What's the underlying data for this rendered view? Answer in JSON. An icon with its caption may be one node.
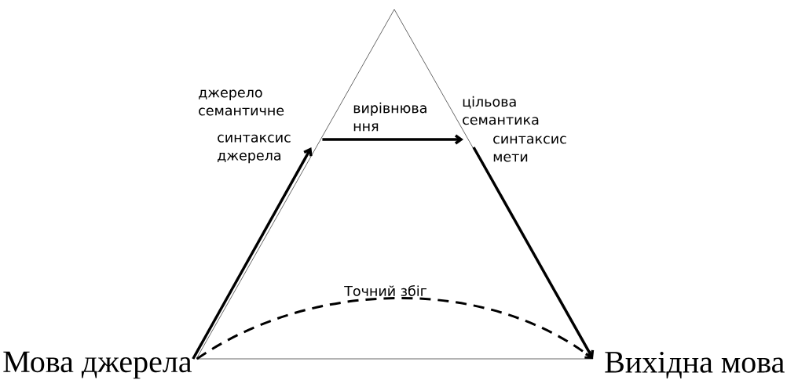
{
  "diagram": {
    "nodes": [
      {
        "text": [
          "Мова джерела"
        ]
      },
      {
        "text": [
          "Вихідна мова"
        ]
      },
      {
        "text": [
          "синтаксис джерела"
        ]
      },
      {
        "text": [
          "синтаксис мети"
        ]
      }
    ],
    "edges": [
      {
        "from": 0,
        "to": 2,
        "arrow": "to"
      },
      {
        "from": 2,
        "to": 3,
        "arrow": "to",
        "label": "вирівнюва ння"
      },
      {
        "from": 3,
        "to": 1,
        "arrow": "to"
      },
      {
        "from": 0,
        "to": 1,
        "arrow": "to",
        "style": "dashed",
        "label": "Точний збіг"
      }
    ],
    "labels": [
      "джерело семантичне",
      "цільова семантика"
    ]
  }
}
